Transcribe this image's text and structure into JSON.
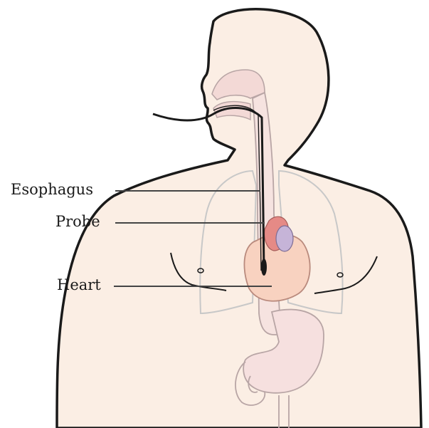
{
  "labels": {
    "esophagus": "Esophagus",
    "probe": "Probe",
    "heart": "Heart"
  },
  "colors": {
    "skin": "#fbeee4",
    "outline": "#1a1a1a",
    "lung_outline": "#c8c8c8",
    "esophagus_fill": "#f6e3e0",
    "esophagus_outline": "#b8a5a5",
    "heart_fill": "#f8d2c0",
    "heart_outline": "#b98a7d",
    "atrium_red": "#e58a86",
    "atrium_purple": "#c6b4d8",
    "stomach_fill": "#f6e0df",
    "probe_fill": "#1a1a1a",
    "leader_line": "#444444"
  }
}
